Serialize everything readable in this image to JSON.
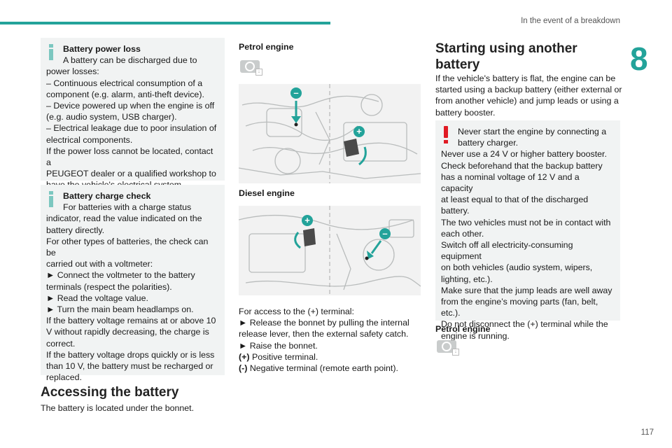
{
  "header": {
    "title": "In the event of a breakdown",
    "chapter": "8",
    "page_number": "117"
  },
  "colors": {
    "accent": "#23a39a",
    "warning": "#e01a23",
    "box_bg": "#f1f3f3"
  },
  "left": {
    "power_loss": {
      "icon": "info-icon",
      "title": "Battery power loss",
      "lines": [
        "A battery can be discharged due to",
        "power losses:",
        "–  Continuous electrical consumption of a",
        "component (e.g. alarm, anti-theft device).",
        "–  Device powered up when the engine is off",
        "(e.g. audio system, USB charger).",
        "–  Electrical leakage due to poor insulation of",
        "electrical components.",
        "If the power loss cannot be located, contact a",
        "PEUGEOT dealer or a qualified workshop to",
        "have the vehicle's electrical system checked."
      ]
    },
    "charge_check": {
      "icon": "info-icon",
      "title": "Battery charge check",
      "lines": [
        "For batteries with a charge status",
        "indicator, read the value indicated on the",
        "battery directly.",
        "For other types of batteries, the check can be",
        "carried out with a voltmeter:",
        "►  Connect the voltmeter to the battery",
        "terminals (respect the polarities).",
        "►  Read the voltage value.",
        "►  Turn the main beam headlamps on.",
        "If the battery voltage remains at or above 10",
        "V without rapidly decreasing, the charge is",
        "correct.",
        "If the battery voltage drops quickly or is less",
        "than 10 V, the battery must be recharged or",
        "replaced."
      ]
    },
    "accessing": {
      "heading": "Accessing the battery",
      "text": "The battery is located under the bonnet."
    }
  },
  "middle": {
    "petrol_label": "Petrol engine",
    "diesel_label": "Diesel engine",
    "lines": [
      "For access to the (+) terminal:",
      "►  Release the bonnet by pulling the internal",
      "release lever, then the external safety catch.",
      "►  Raise the bonnet."
    ],
    "positive_symbol": "(+)",
    "positive_text": " Positive terminal.",
    "negative_symbol": "(-)",
    "negative_text": " Negative terminal (remote earth point).",
    "markers": {
      "plus": "+",
      "minus": "–"
    }
  },
  "right": {
    "heading_line1": "Starting using another",
    "heading_line2": "battery",
    "intro_lines": [
      "If the vehicle's battery is flat, the engine can be",
      "started using a backup battery (either external or",
      "from another vehicle) and jump leads or using a",
      "battery booster."
    ],
    "warning": {
      "icon": "warning-exclamation-icon",
      "lines_indented": [
        "Never start the engine by connecting a",
        "battery charger."
      ],
      "lines": [
        "Never use a 24 V or higher battery booster.",
        "Check beforehand that the backup battery",
        "has a nominal voltage of 12 V and a capacity",
        "at least equal to that of the discharged",
        "battery.",
        "The two vehicles must not be in contact with",
        "each other.",
        "Switch off all electricity-consuming equipment",
        "on both vehicles (audio system, wipers,",
        "lighting, etc.).",
        "Make sure that the jump leads are well away",
        "from the engine’s moving parts (fan, belt,",
        "etc.).",
        "Do not disconnect the (+) terminal while the",
        "engine is running."
      ]
    },
    "petrol_label": "Petrol engine"
  }
}
